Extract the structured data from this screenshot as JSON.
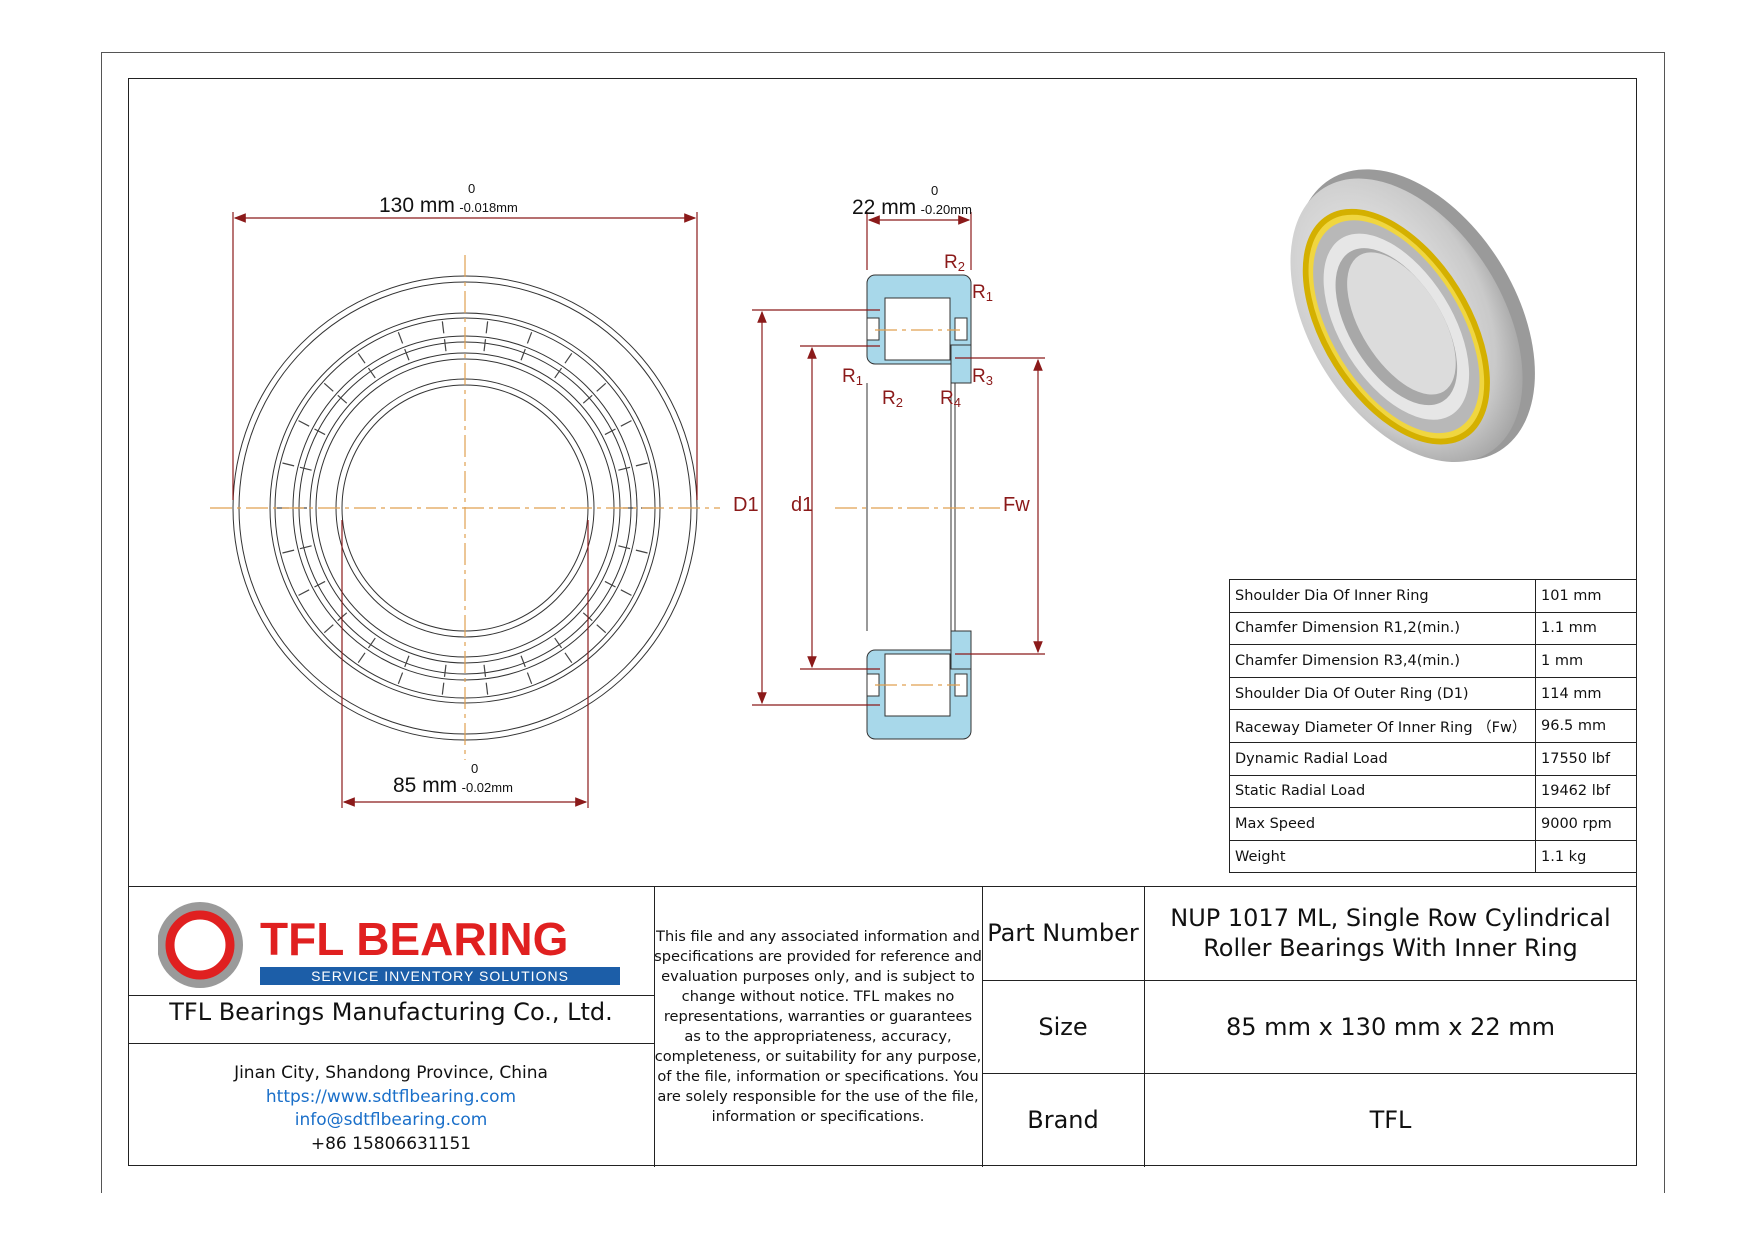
{
  "drawing": {
    "outer_dia_main": "130 mm",
    "outer_dia_tol_upper": "0",
    "outer_dia_tol_lower": "-0.018mm",
    "width_main": "22 mm",
    "width_tol_upper": "0",
    "width_tol_lower": "-0.20mm",
    "bore_main": "85 mm",
    "bore_tol_upper": "0",
    "bore_tol_lower": "-0.02mm",
    "label_D1": "D1",
    "label_d1": "d1",
    "label_Fw": "Fw",
    "label_R": "R",
    "sub_1": "1",
    "sub_2": "2",
    "sub_3": "3",
    "sub_4": "4"
  },
  "specs": [
    {
      "label": "Shoulder Dia Of Inner Ring",
      "value": "101 mm"
    },
    {
      "label": "Chamfer Dimension R1,2(min.)",
      "value": "1.1 mm"
    },
    {
      "label": "Chamfer Dimension R3,4(min.)",
      "value": "1 mm"
    },
    {
      "label": "Shoulder Dia Of Outer Ring (D1)",
      "value": "114 mm"
    },
    {
      "label": "Raceway Diameter Of Inner Ring （Fw）",
      "value": "96.5 mm"
    },
    {
      "label": "Dynamic Radial Load",
      "value": "17550 lbf"
    },
    {
      "label": "Static Radial Load",
      "value": "19462 lbf"
    },
    {
      "label": "Max Speed",
      "value": "9000 rpm"
    },
    {
      "label": "Weight",
      "value": "1.1 kg"
    }
  ],
  "title_block": {
    "logo_text": "TFL BEARING",
    "logo_tagline": "SERVICE INVENTORY SOLUTIONS",
    "company": "TFL Bearings Manufacturing Co., Ltd.",
    "address": "Jinan City, Shandong Province, China",
    "website": "https://www.sdtflbearing.com",
    "email": "info@sdtflbearing.com",
    "phone": "+86 15806631151",
    "disclaimer": "This file and any associated information and specifications are provided for reference and evaluation purposes only, and is subject to change without notice. TFL makes no representations, warranties or guarantees as to the appropriateness, accuracy, completeness, or suitability for any purpose, of the file, information or specifications.  You are solely responsible for the use of the file, information or specifications.",
    "part_number_label": "Part Number",
    "part_number_line1": "NUP 1017 ML, Single Row Cylindrical",
    "part_number_line2": "Roller Bearings With Inner Ring",
    "size_label": "Size",
    "size_value": "85 mm x 130 mm x 22 mm",
    "brand_label": "Brand",
    "brand_value": "TFL"
  },
  "colors": {
    "dimension_line": "#8b1a1a",
    "center_line": "#e0a050",
    "section_fill": "#a8d8ea",
    "cage_gold": "#d4b000",
    "link": "#1a6fc9",
    "logo_red": "#e02020",
    "logo_blue": "#1c5ea8"
  }
}
